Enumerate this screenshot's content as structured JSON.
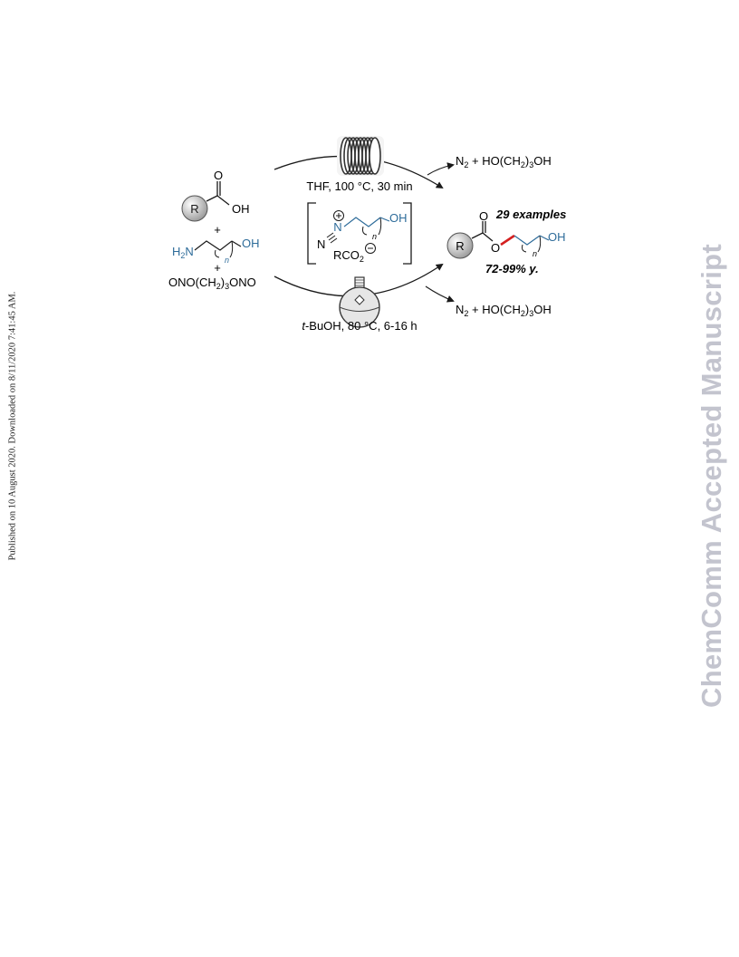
{
  "side_note": "Published on 10 August 2020. Downloaded on 8/11/2020 7:41:45 AM.",
  "watermark": "ChemComm Accepted Manuscript",
  "scheme": {
    "acid": {
      "r_label": "R",
      "o_label": "O",
      "oh_label": "OH"
    },
    "plus": "+",
    "amine": {
      "h2n": "H2N",
      "n": "n",
      "oh": "OH"
    },
    "nitrite": "ONO(CH2)3ONO",
    "top_conditions": "THF, 100 °C, 30 min",
    "bottom_conditions": "t-BuOH, 80 °C, 6-16 h",
    "byproduct_top": "N2 + HO(CH2)3OH",
    "byproduct_bottom": "N2 + HO(CH2)3OH",
    "intermediate": {
      "n_plus": "N",
      "n": "N",
      "oh": "OH",
      "n_sub": "n",
      "anion": "RCO2"
    },
    "product": {
      "r_label": "R",
      "o_carbonyl": "O",
      "o_ester": "O",
      "oh": "OH",
      "n_sub": "n",
      "examples": "29 examples",
      "yield": "72-99% y."
    },
    "colors": {
      "blue": "#2e6c9a",
      "red": "#d42020",
      "flask_gray": "#e6e6e6"
    }
  }
}
